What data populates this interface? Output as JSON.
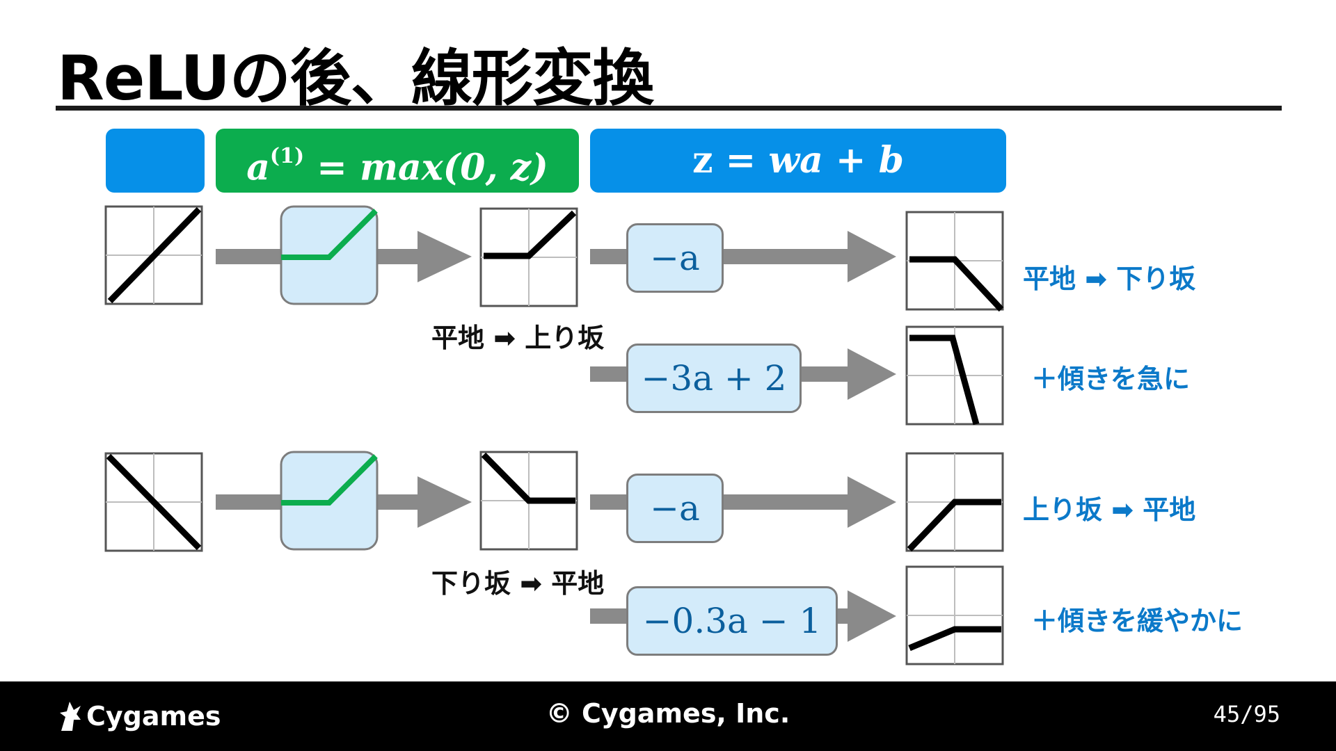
{
  "title": "ReLUの後、線形変換",
  "headers": {
    "relu_formula": "a⁽¹⁾ = max(0, z)",
    "relu_formula_main": "a",
    "relu_formula_sup": "(1)",
    "relu_formula_rest": " = max(0, z)",
    "linear_formula_z": "z",
    "linear_formula_rest": " = wa + b",
    "colors": {
      "blue": "#0690e8",
      "green": "#0cad4e"
    }
  },
  "rows": [
    {
      "input_shape": "rising diagonal",
      "relu_shape": "flat then rising",
      "relu_output_shape": "flat then rising",
      "relu_caption": "平地 ➡ 上り坂",
      "transforms": [
        {
          "formula": "−a",
          "output_shape": "flat then falling",
          "result": "平地 ➡ 下り坂"
        },
        {
          "formula": "−3a + 2",
          "output_shape": "flat then steeply falling",
          "result": "＋傾きを急に"
        }
      ]
    },
    {
      "input_shape": "falling diagonal",
      "relu_shape": "flat then rising",
      "relu_output_shape": "falling then flat",
      "relu_caption": "下り坂 ➡ 平地",
      "transforms": [
        {
          "formula": "−a",
          "output_shape": "rising then flat",
          "result": "上り坂 ➡ 平地"
        },
        {
          "formula": "−0.3a − 1",
          "output_shape": "gently rising then flat",
          "result": "＋傾きを緩やかに"
        }
      ]
    }
  ],
  "footer": {
    "logo": "Cygames",
    "copyright": "© Cygames, Inc.",
    "page": "45/95"
  }
}
